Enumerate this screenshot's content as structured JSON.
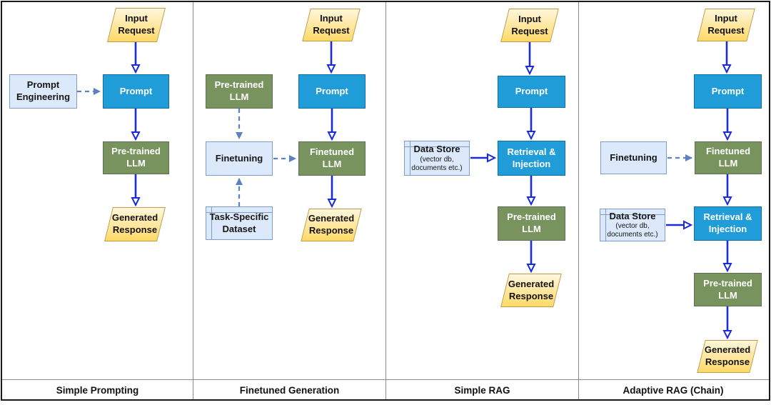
{
  "colors": {
    "process_blue": "#209DD9",
    "llm_green": "#78935E",
    "aux_lightblue": "#DCE9FA",
    "io_yellow": "#FFD966",
    "solid_arrow_blue": "#1A2BD8",
    "dashed_arrow_blue": "#5B80C4"
  },
  "panels": [
    {
      "title": "Simple Prompting",
      "nodes": {
        "input_request": "Input\nRequest",
        "prompt_engineering": "Prompt\nEngineering",
        "prompt": "Prompt",
        "pretrained_llm": "Pre-trained\nLLM",
        "generated_response": "Generated\nResponse"
      }
    },
    {
      "title": "Finetuned Generation",
      "nodes": {
        "pretrained_llm": "Pre-trained\nLLM",
        "input_request": "Input\nRequest",
        "prompt": "Prompt",
        "finetuning": "Finetuning",
        "finetuned_llm": "Finetuned LLM",
        "task_specific_dataset": "Task-Specific\nDataset",
        "generated_response": "Generated\nResponse"
      }
    },
    {
      "title": "Simple RAG",
      "nodes": {
        "input_request": "Input\nRequest",
        "prompt": "Prompt",
        "data_store": "Data Store",
        "data_store_sub": "(vector db,\ndocuments etc.)",
        "retrieval_injection": "Retrieval &\nInjection",
        "pretrained_llm": "Pre-trained\nLLM",
        "generated_response": "Generated\nResponse"
      }
    },
    {
      "title": "Adaptive RAG (Chain)",
      "nodes": {
        "input_request": "Input\nRequest",
        "prompt": "Prompt",
        "finetuning": "Finetuning",
        "finetuned_llm": "Finetuned LLM",
        "data_store": "Data Store",
        "data_store_sub": "(vector db,\ndocuments etc.)",
        "retrieval_injection": "Retrieval &\nInjection",
        "pretrained_llm": "Pre-trained\nLLM",
        "generated_response": "Generated\nResponse"
      }
    }
  ]
}
